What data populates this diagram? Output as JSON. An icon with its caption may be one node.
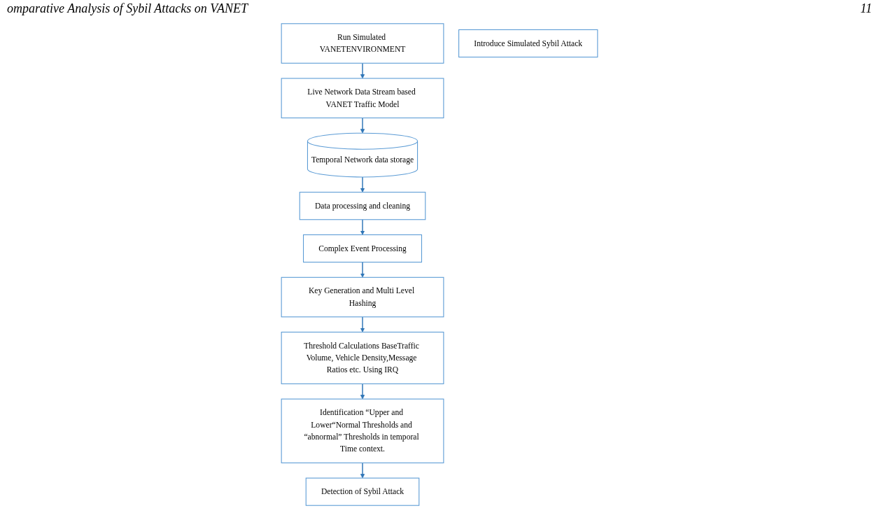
{
  "diagram": {
    "nodes": [
      {
        "text": [
          "Run Simulated VANETENVIRONMENT"
        ]
      },
      {
        "text": [
          "Live Network Data Stream based VANET Traffic Model"
        ]
      },
      {
        "text": [
          "Temporal Network data storage"
        ]
      },
      {
        "text": [
          "Key Generation and Multi Level Hashing"
        ]
      },
      {
        "text": [
          "Complex Event Processing"
        ]
      },
      {
        "text": [
          "Introduce Simulated Sybil Attack"
        ]
      },
      {
        "text": [
          "Data processing and cleaning"
        ]
      },
      {
        "text": [
          "Threshold Calculations BaseTraffic Volume, Vehicle Density,Message Ratios etc. Using IRQ"
        ]
      },
      {
        "text": [
          "Identification “Upper and Lower“Normal Thresholds and “abnormal” Thresholds in temporal Time context."
        ]
      },
      {
        "text": [
          "Detection of Sybil Attack"
        ]
      }
    ],
    "edges": [
      {
        "from": 0,
        "to": 1,
        "arrow": "to"
      },
      {
        "from": 1,
        "to": 2,
        "arrow": "to"
      },
      {
        "from": 2,
        "to": 6,
        "arrow": "to"
      },
      {
        "from": 6,
        "to": 4,
        "arrow": "to"
      },
      {
        "from": 4,
        "to": 3,
        "arrow": "to"
      },
      {
        "from": 3,
        "to": 7,
        "arrow": "to"
      },
      {
        "from": 7,
        "to": 8,
        "arrow": "to"
      },
      {
        "from": 8,
        "to": 9,
        "arrow": "to"
      }
    ],
    "labels": [
      "omparative Analysis of Sybil Attacks on VANET",
      "11"
    ]
  }
}
